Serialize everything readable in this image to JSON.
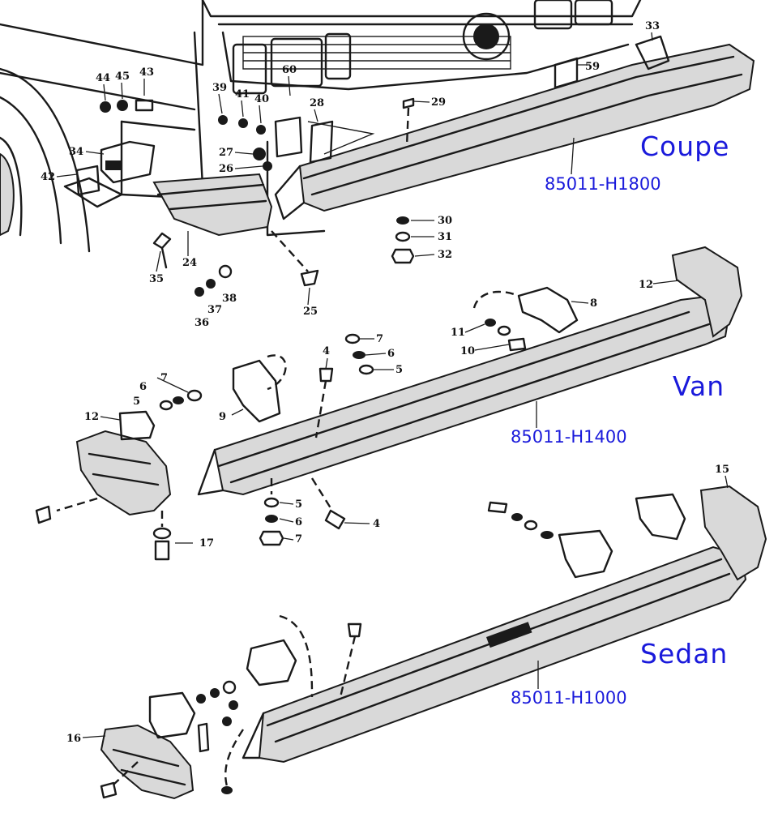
{
  "sections": [
    {
      "title": "Coupe",
      "part_number": "85011-H1800"
    },
    {
      "title": "Van",
      "part_number": "85011-H1400"
    },
    {
      "title": "Sedan",
      "part_number": "85011-H1000"
    }
  ],
  "callouts": {
    "coupe": [
      "44",
      "45",
      "43",
      "39",
      "41",
      "40",
      "60",
      "28",
      "29",
      "33",
      "59",
      "27",
      "26",
      "34",
      "42",
      "35",
      "24",
      "37",
      "38",
      "36",
      "25",
      "30",
      "31",
      "32"
    ],
    "van": [
      "12",
      "8",
      "11",
      "10",
      "7",
      "6",
      "5",
      "4",
      "9",
      "12",
      "6",
      "5",
      "7",
      "17",
      "5",
      "6",
      "7",
      "4"
    ],
    "sedan": [
      "15",
      "16"
    ]
  }
}
